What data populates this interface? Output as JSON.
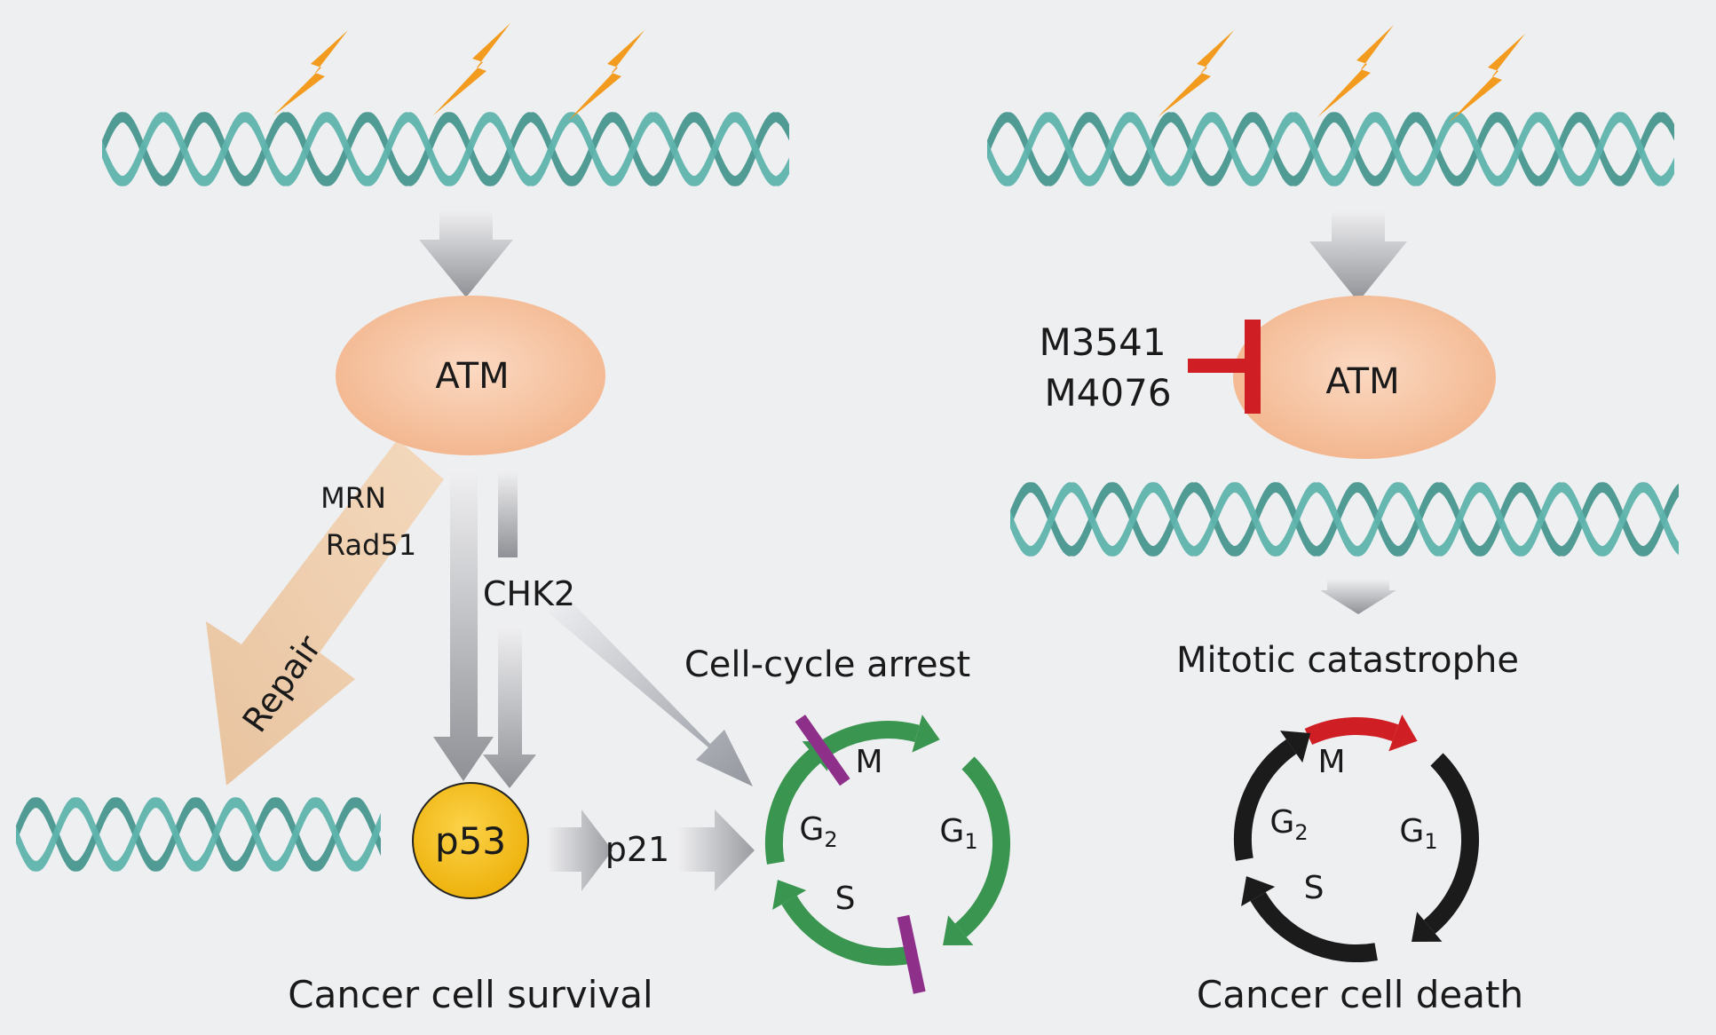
{
  "labels": {
    "left_atm": "ATM",
    "right_atm": "ATM",
    "mrn": "MRN",
    "rad51": "Rad51",
    "chk2": "CHK2",
    "repair": "Repair",
    "p53": "p53",
    "p21": "p21",
    "cell_cycle_arrest": "Cell-cycle arrest",
    "inhibitor_1": "M3541",
    "inhibitor_2": "M4076",
    "mitotic_catastrophe": "Mitotic catastrophe",
    "left_caption": "Cancer cell survival",
    "right_caption": "Cancer cell death"
  },
  "phases": {
    "m": "M",
    "g": "G",
    "s": "S",
    "sub_1": "1",
    "sub_2": "2"
  },
  "colors": {
    "background": "#eeeff1",
    "dna": "#5fb3ad",
    "dna_dark": "#3f918b",
    "lightning": "#f39b1f",
    "atm_fill": "#f6c3a0",
    "p53_fill": "#f6c21a",
    "repair_arrow": "#efcfae",
    "grey_arrow": "#9a9ca2",
    "inhibitor": "#cf1f25",
    "cycle_green": "#3a9550",
    "cycle_block": "#8e2f8a",
    "cycle_black": "#1b1b1b",
    "cycle_red": "#cf1f25"
  }
}
